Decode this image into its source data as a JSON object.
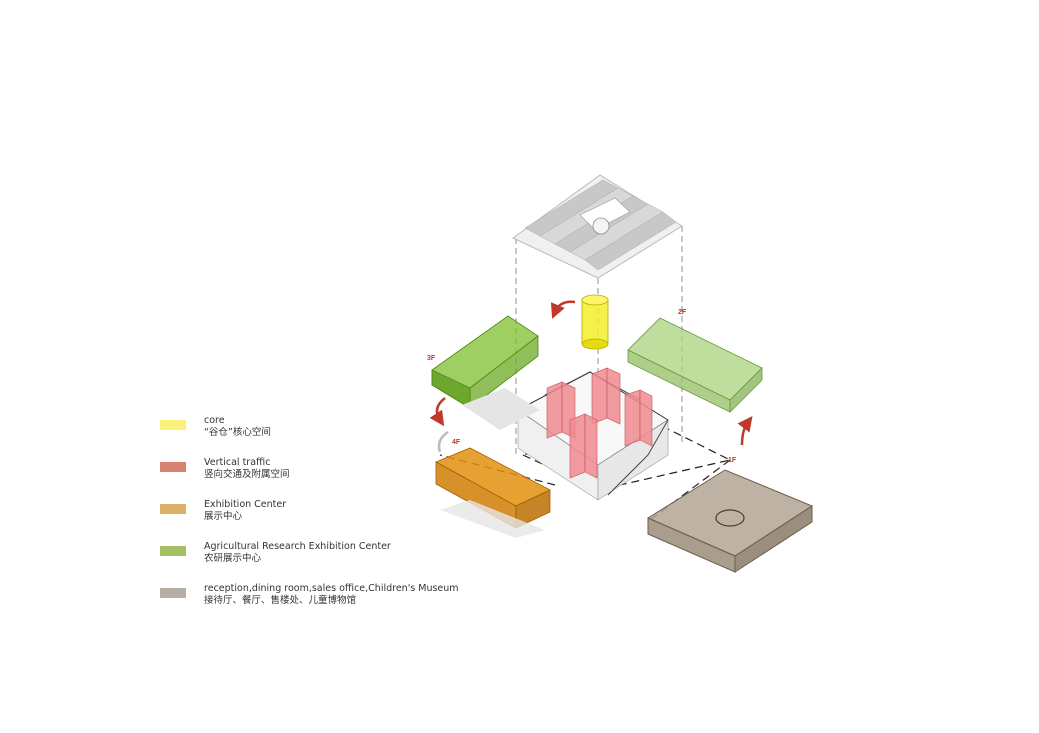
{
  "floors": {
    "f1": "1F",
    "f2": "2F",
    "f3": "3F",
    "f4": "4F"
  },
  "colors": {
    "core": "#f5ee2a",
    "vertical_traffic": "#f08a8f",
    "exhibition_center": "#e3900f",
    "agricultural_center": "#8cc043",
    "reception": "#b3a594",
    "roof": "#d6d6d6",
    "arrow": "#c0392b"
  },
  "legend": [
    {
      "color": "#fbf17d",
      "en": "core",
      "zh": "“谷仓”核心空间"
    },
    {
      "color": "#d98372",
      "en": "Vertical traffic",
      "zh": "竖向交通及附属空间"
    },
    {
      "color": "#ddb06a",
      "en": "Exhibition Center",
      "zh": "展示中心"
    },
    {
      "color": "#a3c062",
      "en": "Agricultural Research Exhibition Center",
      "zh": "农研展示中心"
    },
    {
      "color": "#b6aea5",
      "en": "reception,dining room,sales office,Children's Museum",
      "zh": "接待厅、餐厅、售楼处、儿童博物馆"
    }
  ]
}
